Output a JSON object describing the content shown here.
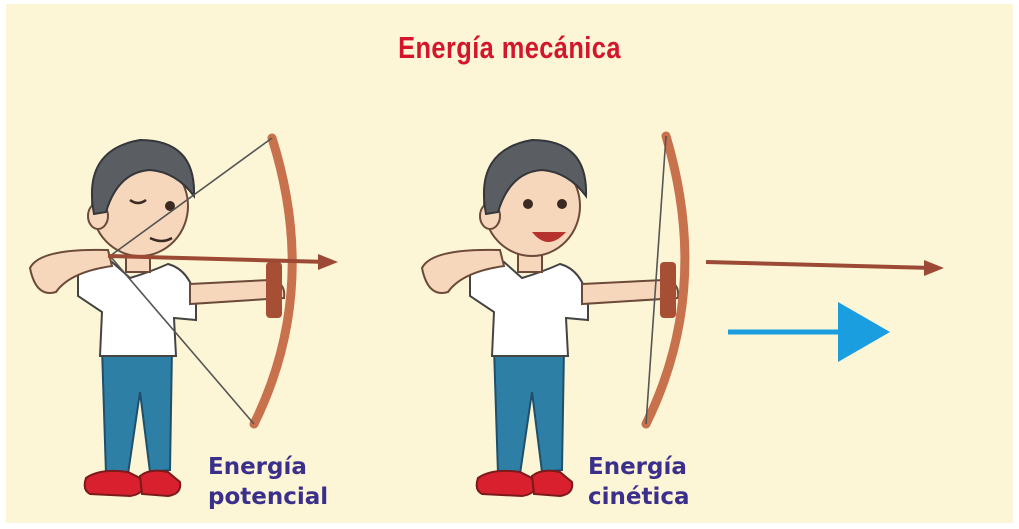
{
  "title": "Energía mecánica",
  "labels": {
    "potential": [
      "Energía",
      "potencial"
    ],
    "kinetic": [
      "Energía",
      "cinética"
    ]
  },
  "colors": {
    "background": "#fdf6d6",
    "title": "#d3162b",
    "label": "#3b2f8c",
    "bow": "#c8714d",
    "arrow_shaft": "#9c4a35",
    "motion_arrow": "#1a9ee0",
    "shirt": "#ffffff",
    "pants": "#2e7fa6",
    "hair": "#5a5d62",
    "skin": "#f7d7bc",
    "shoes": "#d8202e"
  },
  "icons": [
    "boy-archer-drawing-icon",
    "boy-archer-released-icon",
    "motion-arrow-icon"
  ]
}
